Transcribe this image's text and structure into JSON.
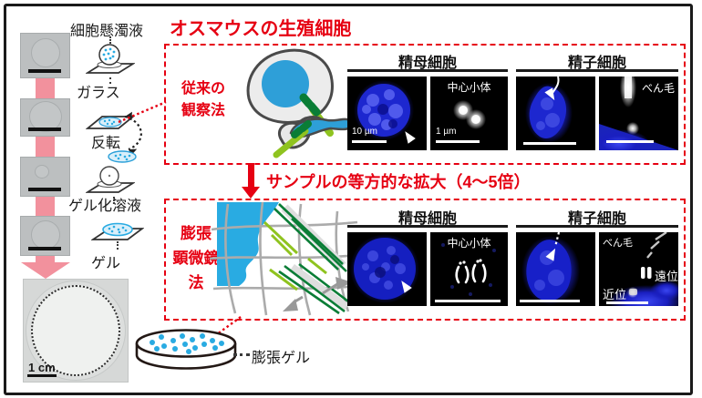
{
  "title": "オスマウスの生殖細胞",
  "workflow": {
    "label_suspension": "細胞懸濁液",
    "label_glass": "ガラス",
    "label_invert": "反転",
    "label_gel_solution": "ゲル化溶液",
    "label_gel": "ゲル",
    "photo_scale": "1 cm"
  },
  "conventional": {
    "method_line1": "従来の",
    "method_line2": "観察法",
    "spermatocyte": {
      "title": "精母細胞",
      "centriole_label": "中心小体",
      "scale_cell": "10 µm",
      "scale_centriole": "1 µm"
    },
    "spermatid": {
      "title": "精子細胞",
      "flagellum_label": "べん毛"
    }
  },
  "expansion_arrow": {
    "label": "サンプルの等方的な拡大（4～5倍）"
  },
  "expanded": {
    "method_line1": "膨張",
    "method_line2": "顕微鏡",
    "method_line3": "法",
    "spermatocyte": {
      "title": "精母細胞",
      "centriole_label": "中心小体"
    },
    "spermatid": {
      "title": "精子細胞",
      "flagellum_label": "べん毛",
      "distal_label": "遠位",
      "proximal_label": "近位"
    }
  },
  "expanded_gel_label": "膨張ゲル",
  "icons": {
    "workflow_arrow": "pink-down-arrow-icon",
    "invert_arrow": "rotate-dashed-arrow-icon",
    "dish": "expanded-gel-dish-icon"
  },
  "colors": {
    "accent_red": "#e60012",
    "pink_arrow": "#f2919d",
    "cell_blue": "#29abe2",
    "tubulin_green": "#8fc31f",
    "centriole_green": "#0a7d36"
  }
}
